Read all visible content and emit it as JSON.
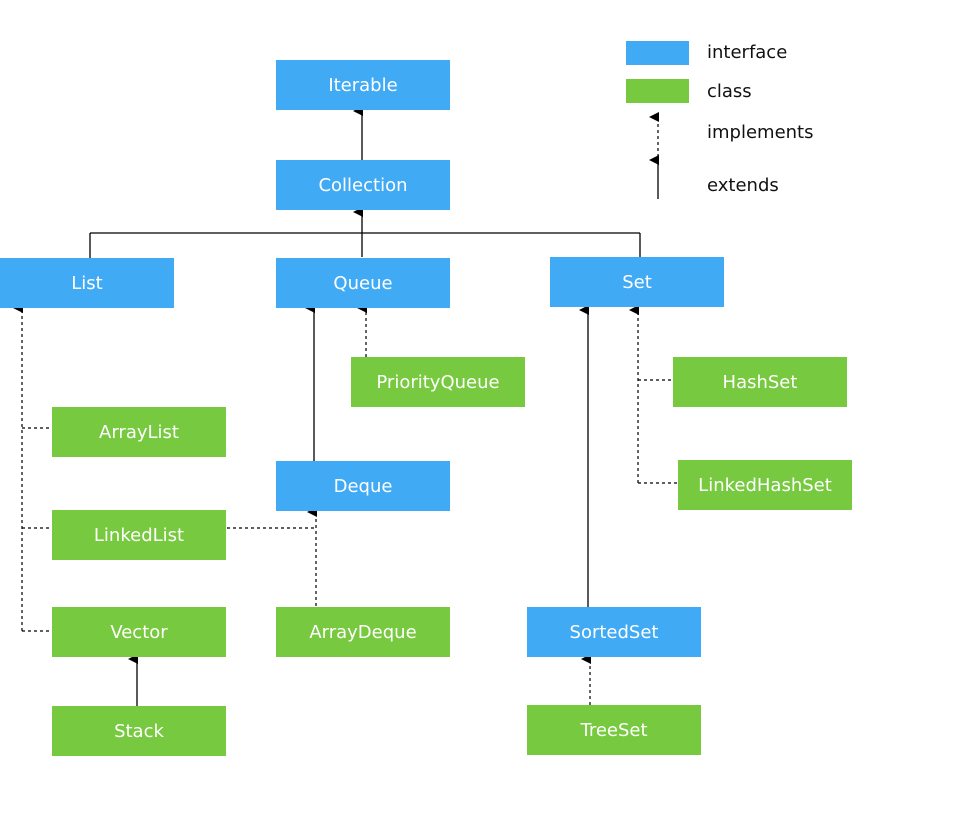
{
  "colors": {
    "interface": "#41aaf5",
    "class": "#77c93f",
    "line": "#000000"
  },
  "legend": {
    "interface": "interface",
    "class": "class",
    "implements": "implements",
    "extends": "extends"
  },
  "nodes": {
    "iterable": "Iterable",
    "collection": "Collection",
    "list": "List",
    "queue": "Queue",
    "set": "Set",
    "priority_queue": "PriorityQueue",
    "hash_set": "HashSet",
    "array_list": "ArrayList",
    "deque": "Deque",
    "linked_hash_set": "LinkedHashSet",
    "linked_list": "LinkedList",
    "vector": "Vector",
    "array_deque": "ArrayDeque",
    "sorted_set": "SortedSet",
    "stack": "Stack",
    "tree_set": "TreeSet"
  },
  "relations": [
    {
      "from": "Collection",
      "to": "Iterable",
      "type": "extends"
    },
    {
      "from": "List",
      "to": "Collection",
      "type": "extends"
    },
    {
      "from": "Queue",
      "to": "Collection",
      "type": "extends"
    },
    {
      "from": "Set",
      "to": "Collection",
      "type": "extends"
    },
    {
      "from": "PriorityQueue",
      "to": "Queue",
      "type": "implements"
    },
    {
      "from": "Deque",
      "to": "Queue",
      "type": "extends"
    },
    {
      "from": "ArrayList",
      "to": "List",
      "type": "implements"
    },
    {
      "from": "LinkedList",
      "to": "List",
      "type": "implements"
    },
    {
      "from": "Vector",
      "to": "List",
      "type": "implements"
    },
    {
      "from": "LinkedList",
      "to": "Deque",
      "type": "implements"
    },
    {
      "from": "ArrayDeque",
      "to": "Deque",
      "type": "implements"
    },
    {
      "from": "Stack",
      "to": "Vector",
      "type": "extends"
    },
    {
      "from": "HashSet",
      "to": "Set",
      "type": "implements"
    },
    {
      "from": "LinkedHashSet",
      "to": "Set",
      "type": "implements"
    },
    {
      "from": "SortedSet",
      "to": "Set",
      "type": "extends"
    },
    {
      "from": "TreeSet",
      "to": "SortedSet",
      "type": "implements"
    }
  ]
}
